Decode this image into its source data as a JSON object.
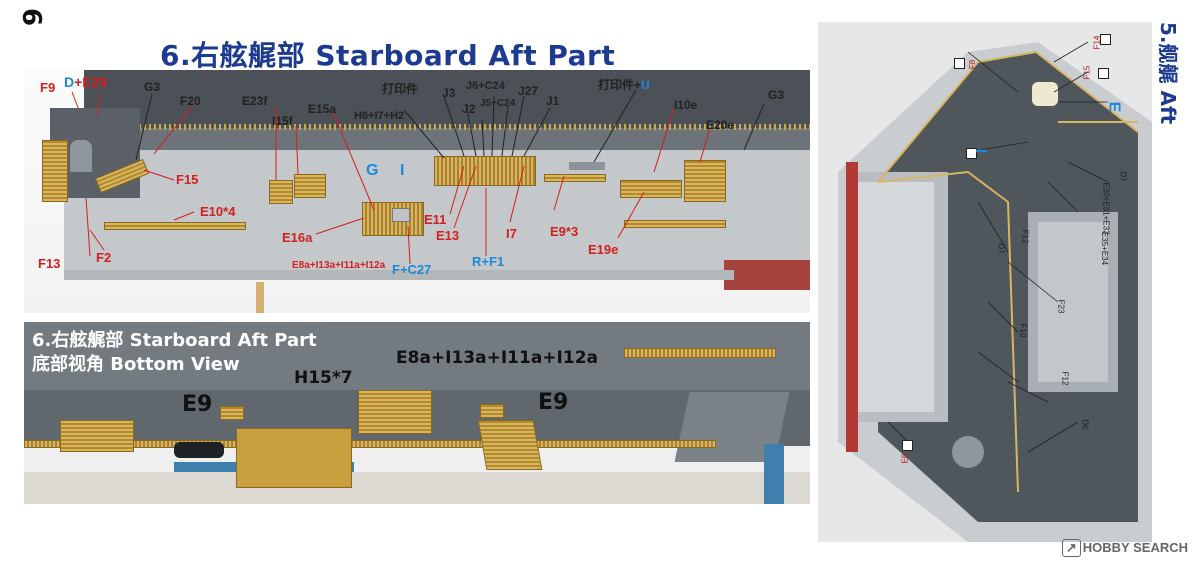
{
  "page_number": "6",
  "top_title": "6.右舷艉部 Starboard Aft Part",
  "side_title": "5.舰艉 Aft",
  "top_panel": {
    "labels_red": [
      "F9",
      "D",
      "E29",
      "F20",
      "E23f",
      "I15f",
      "E15a",
      "F15",
      "E10*4",
      "E16a",
      "F13",
      "F2",
      "E11",
      "E13",
      "I7",
      "E9*3",
      "E19e",
      "I10e",
      "E20e"
    ],
    "label_D_plus": "D+E29",
    "G3_left": "G3",
    "G3_right": "G3",
    "H_label": "H6+I7+H2",
    "print_part": "打印件",
    "print_part_u": "打印件+U",
    "J3": "J3",
    "J6_C24": "J6+C24",
    "J2": "J2",
    "J5_C24": "J5+C24",
    "J27": "J27",
    "J1": "J1",
    "G": "G",
    "I": "I",
    "R_F1": "R+F1",
    "F_C27": "F+C27",
    "E8a_combo": "E8a+I13a+I11a+I12a"
  },
  "bottom_panel": {
    "title_line1": "6.右舷艉部 Starboard Aft Part",
    "title_line2": "底部视角 Bottom View",
    "E9_left": "E9",
    "H15": "H15*7",
    "E8a_combo": "E8a+I13a+I11a+I12a",
    "E9_right": "E9"
  },
  "right_panel": {
    "F14": "F14",
    "F8": "F8",
    "F15": "F15",
    "E": "E",
    "I": "I",
    "D7_top": "D7",
    "E30": "E30+E31+E32",
    "E35": "E35+E34",
    "F12_top": "F12",
    "D7_mid": "D7",
    "F23": "F23",
    "F10": "F10",
    "F12_bot": "F12",
    "D6": "D6",
    "E6": "E6"
  },
  "watermark": "HOBBY SEARCH",
  "colors": {
    "title_blue": "#1c3a8f",
    "label_red": "#d21f1f",
    "label_blue": "#1e88d8"
  }
}
